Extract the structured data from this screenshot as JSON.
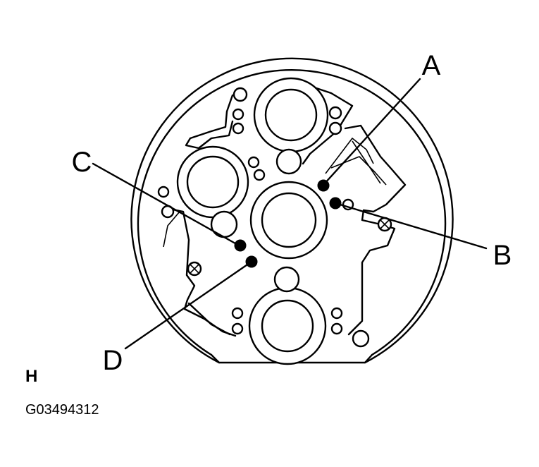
{
  "callouts": {
    "a": "A",
    "b": "B",
    "c": "C",
    "d": "D"
  },
  "view_letter": "H",
  "figure_code": "G03494312"
}
